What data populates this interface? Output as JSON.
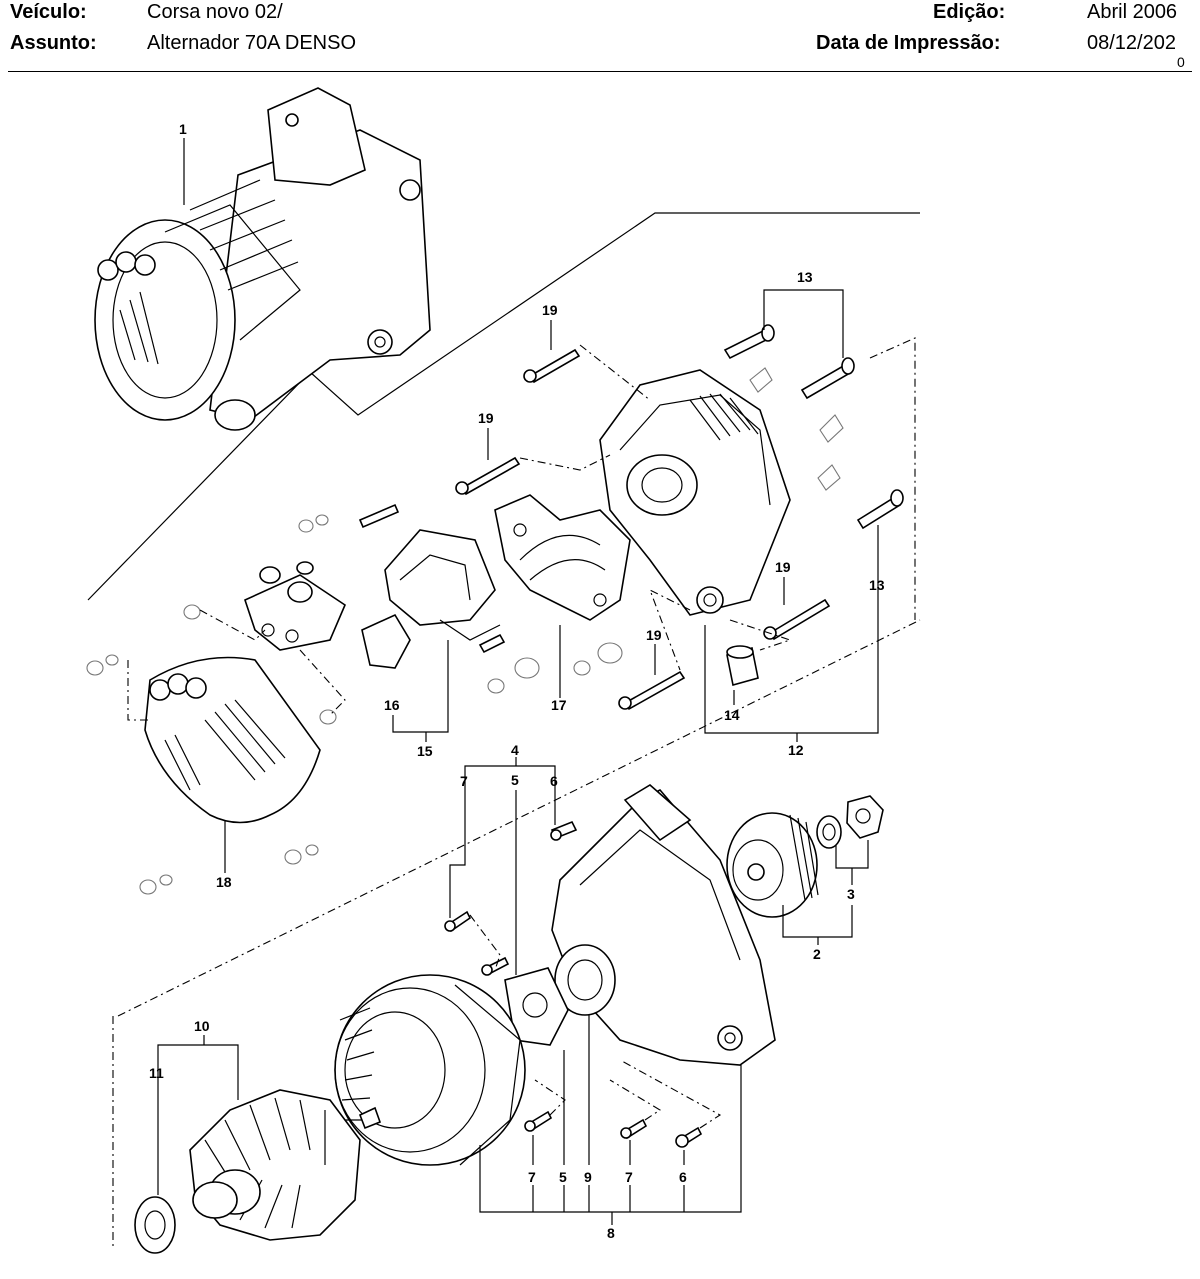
{
  "header": {
    "vehicle_label": "Veículo:",
    "vehicle_value": "Corsa novo 02/",
    "subject_label": "Assunto:",
    "subject_value": "Alternador 70A DENSO",
    "edition_label": "Edição:",
    "edition_value": "Abril 2006",
    "print_date_label": "Data de Impressão:",
    "print_date_value": "08/12/202",
    "print_date_overflow": "0"
  },
  "callouts": {
    "c1": "1",
    "c2": "2",
    "c3": "3",
    "c4": "4",
    "c5a": "5",
    "c5b": "5",
    "c6a": "6",
    "c6b": "6",
    "c7a": "7",
    "c7b": "7",
    "c7c": "7",
    "c8": "8",
    "c9": "9",
    "c10": "10",
    "c11": "11",
    "c12": "12",
    "c13a": "13",
    "c13b": "13",
    "c14": "14",
    "c15": "15",
    "c16": "16",
    "c17": "17",
    "c18": "18",
    "c19a": "19",
    "c19b": "19",
    "c19c": "19",
    "c19d": "19"
  }
}
